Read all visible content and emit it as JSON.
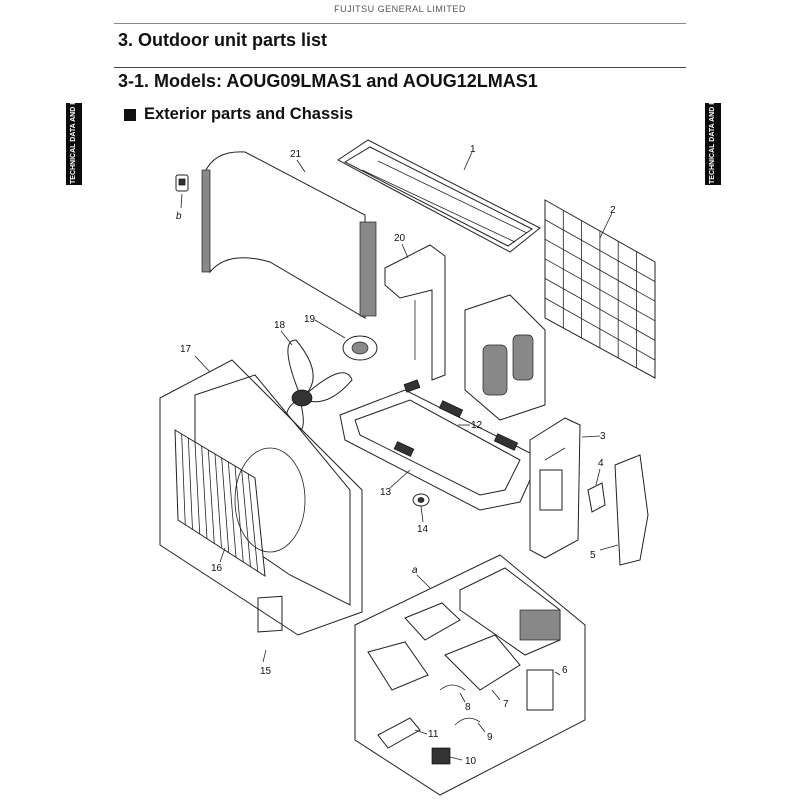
{
  "header": {
    "brand": "FUJITSU GENERAL LIMITED",
    "section_title": "3. Outdoor unit parts list",
    "subsection_title": "3-1. Models: AOUG09LMAS1 and AOUG12LMAS1",
    "group_title": "Exterior parts and Chassis"
  },
  "side_tabs": {
    "left": "TECHNICAL DATA AND PARTS LIST",
    "right": "TECHNICAL DATA AND PARTS LIST"
  },
  "callouts": [
    "1",
    "2",
    "3",
    "4",
    "5",
    "6",
    "7",
    "8",
    "9",
    "10",
    "11",
    "12",
    "13",
    "14",
    "15",
    "16",
    "17",
    "18",
    "19",
    "20",
    "21"
  ],
  "letters": [
    "a",
    "b"
  ]
}
